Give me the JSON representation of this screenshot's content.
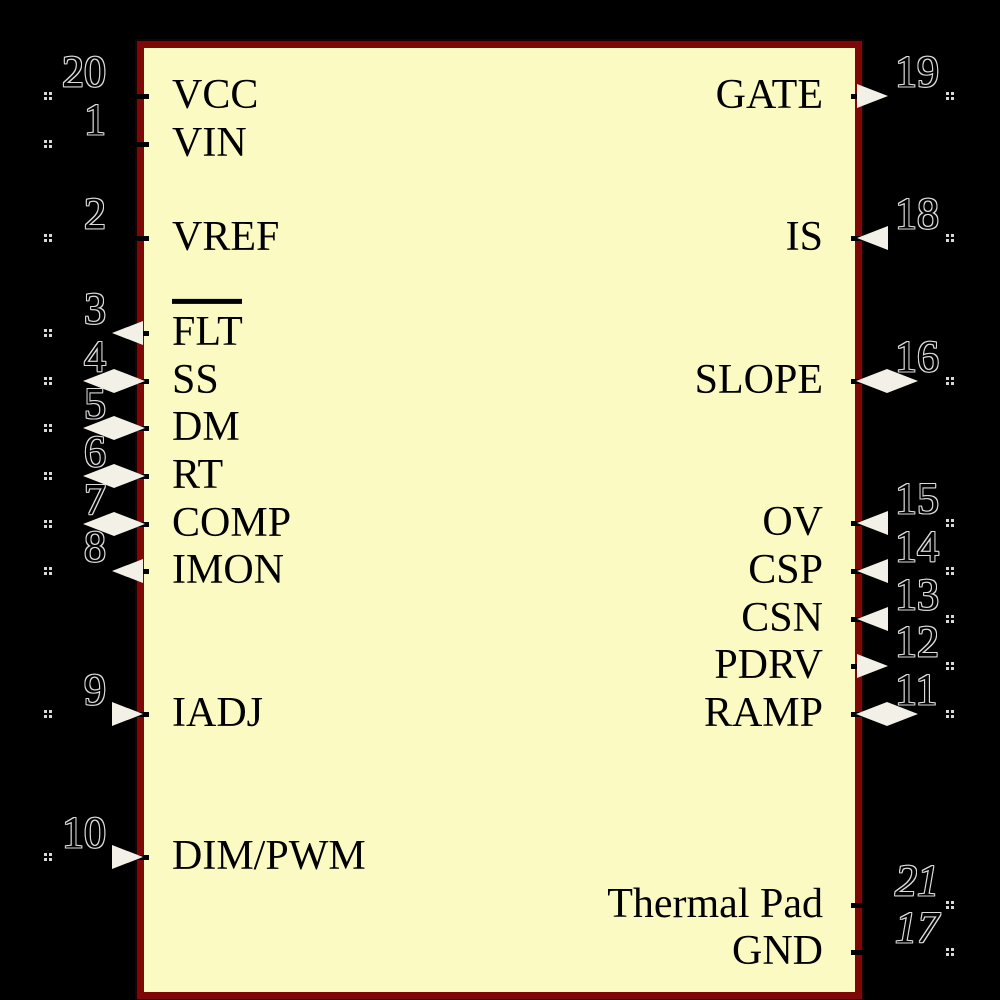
{
  "colors": {
    "background": "#000000",
    "body-fill": "#FBFAC3",
    "body-border": "#7E0808",
    "arrow": "#F3F0E8",
    "label-ink": "#000000",
    "number-outline": "#DCDCDC",
    "net-dot": "#D8D8D8"
  },
  "chip": {
    "pins_left": [
      {
        "num": "20",
        "label": "VCC",
        "direction": "none"
      },
      {
        "num": "1",
        "label": "VIN",
        "direction": "none"
      },
      {
        "num": "2",
        "label": "VREF",
        "direction": "none"
      },
      {
        "num": "3",
        "label": "FLT",
        "overline": true,
        "direction": "output"
      },
      {
        "num": "4",
        "label": "SS",
        "direction": "bidirectional"
      },
      {
        "num": "5",
        "label": "DM",
        "direction": "bidirectional"
      },
      {
        "num": "6",
        "label": "RT",
        "direction": "bidirectional"
      },
      {
        "num": "7",
        "label": "COMP",
        "direction": "bidirectional"
      },
      {
        "num": "8",
        "label": "IMON",
        "direction": "output"
      },
      {
        "num": "9",
        "label": "IADJ",
        "direction": "input"
      },
      {
        "num": "10",
        "label": "DIM/PWM",
        "direction": "input"
      }
    ],
    "pins_right": [
      {
        "num": "19",
        "label": "GATE",
        "direction": "output"
      },
      {
        "num": "18",
        "label": "IS",
        "direction": "input"
      },
      {
        "num": "16",
        "label": "SLOPE",
        "direction": "bidirectional"
      },
      {
        "num": "15",
        "label": "OV",
        "direction": "input"
      },
      {
        "num": "14",
        "label": "CSP",
        "direction": "input"
      },
      {
        "num": "13",
        "label": "CSN",
        "direction": "input"
      },
      {
        "num": "12",
        "label": "PDRV",
        "direction": "output"
      },
      {
        "num": "11",
        "label": "RAMP",
        "direction": "bidirectional"
      },
      {
        "num": "21",
        "label": "Thermal Pad",
        "direction": "none"
      },
      {
        "num": "17",
        "label": "GND",
        "direction": "none"
      }
    ]
  }
}
